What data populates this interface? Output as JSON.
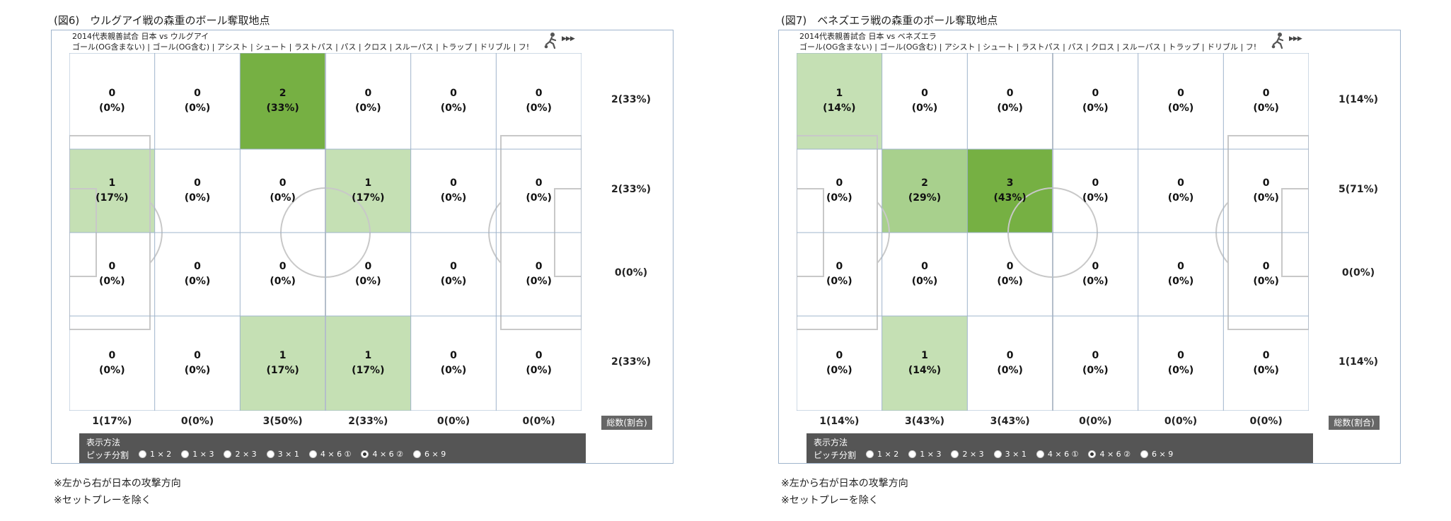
{
  "panels": [
    {
      "fig_title": "(図6)　ウルグアイ戦の森重のボール奪取地点",
      "match_title": "2014代表親善試合 日本 vs ウルグアイ",
      "menu": "ゴール(OG含まない) | ゴール(OG含む) | アシスト | シュート | ラストパス | パス | クロス | スルーパス | トラップ | ドリブル | フ!",
      "display_title": "表示方法",
      "split_label": "ピッチ分割",
      "options": [
        "1 × 2",
        "1 × 3",
        "2 × 3",
        "3 × 1",
        "4 × 6 ①",
        "4 × 6 ②",
        "6 × 9"
      ],
      "selected_option": "4 × 6 ②",
      "total_label": "総数(割合)",
      "notes": [
        "※左から右が日本の攻撃方向",
        "※セットプレーを除く"
      ]
    },
    {
      "fig_title": "(図7)　ベネズエラ戦の森重のボール奪取地点",
      "match_title": "2014代表親善試合 日本 vs ベネズエラ",
      "menu": "ゴール(OG含まない) | ゴール(OG含む) | アシスト | シュート | ラストパス | パス | クロス | スルーパス | トラップ | ドリブル | フ!",
      "display_title": "表示方法",
      "split_label": "ピッチ分割",
      "options": [
        "1 × 2",
        "1 × 3",
        "2 × 3",
        "3 × 1",
        "4 × 6 ①",
        "4 × 6 ②",
        "6 × 9"
      ],
      "selected_option": "4 × 6 ②",
      "total_label": "総数(割合)",
      "notes": [
        "※左から右が日本の攻撃方向",
        "※セットプレーを除く"
      ]
    }
  ],
  "chart_data": [
    {
      "type": "heatmap",
      "title": "(図6)　ウルグアイ戦の森重のボール奪取地点",
      "rows": 4,
      "cols": 6,
      "values": [
        [
          0,
          0,
          2,
          0,
          0,
          0
        ],
        [
          1,
          0,
          0,
          1,
          0,
          0
        ],
        [
          0,
          0,
          0,
          0,
          0,
          0
        ],
        [
          0,
          0,
          1,
          1,
          0,
          0
        ]
      ],
      "percents": [
        [
          "0%",
          "0%",
          "33%",
          "0%",
          "0%",
          "0%"
        ],
        [
          "17%",
          "0%",
          "0%",
          "17%",
          "0%",
          "0%"
        ],
        [
          "0%",
          "0%",
          "0%",
          "0%",
          "0%",
          "0%"
        ],
        [
          "0%",
          "0%",
          "17%",
          "17%",
          "0%",
          "0%"
        ]
      ],
      "row_totals": [
        "2(33%)",
        "2(33%)",
        "0(0%)",
        "2(33%)"
      ],
      "col_totals": [
        "1(17%)",
        "0(0%)",
        "3(50%)",
        "2(33%)",
        "0(0%)",
        "0(0%)"
      ],
      "colors": {
        "high": "#76b043",
        "mid": "#a8d08d",
        "low": "#c5e0b4",
        "zero": "#ffffff"
      }
    },
    {
      "type": "heatmap",
      "title": "(図7)　ベネズエラ戦の森重のボール奪取地点",
      "rows": 4,
      "cols": 6,
      "values": [
        [
          1,
          0,
          0,
          0,
          0,
          0
        ],
        [
          0,
          2,
          3,
          0,
          0,
          0
        ],
        [
          0,
          0,
          0,
          0,
          0,
          0
        ],
        [
          0,
          1,
          0,
          0,
          0,
          0
        ]
      ],
      "percents": [
        [
          "14%",
          "0%",
          "0%",
          "0%",
          "0%",
          "0%"
        ],
        [
          "0%",
          "29%",
          "43%",
          "0%",
          "0%",
          "0%"
        ],
        [
          "0%",
          "0%",
          "0%",
          "0%",
          "0%",
          "0%"
        ],
        [
          "0%",
          "14%",
          "0%",
          "0%",
          "0%",
          "0%"
        ]
      ],
      "row_totals": [
        "1(14%)",
        "5(71%)",
        "0(0%)",
        "1(14%)"
      ],
      "col_totals": [
        "1(14%)",
        "3(43%)",
        "3(43%)",
        "0(0%)",
        "0(0%)",
        "0(0%)"
      ],
      "colors": {
        "high": "#76b043",
        "mid": "#a8d08d",
        "low": "#c5e0b4",
        "zero": "#ffffff"
      }
    }
  ]
}
